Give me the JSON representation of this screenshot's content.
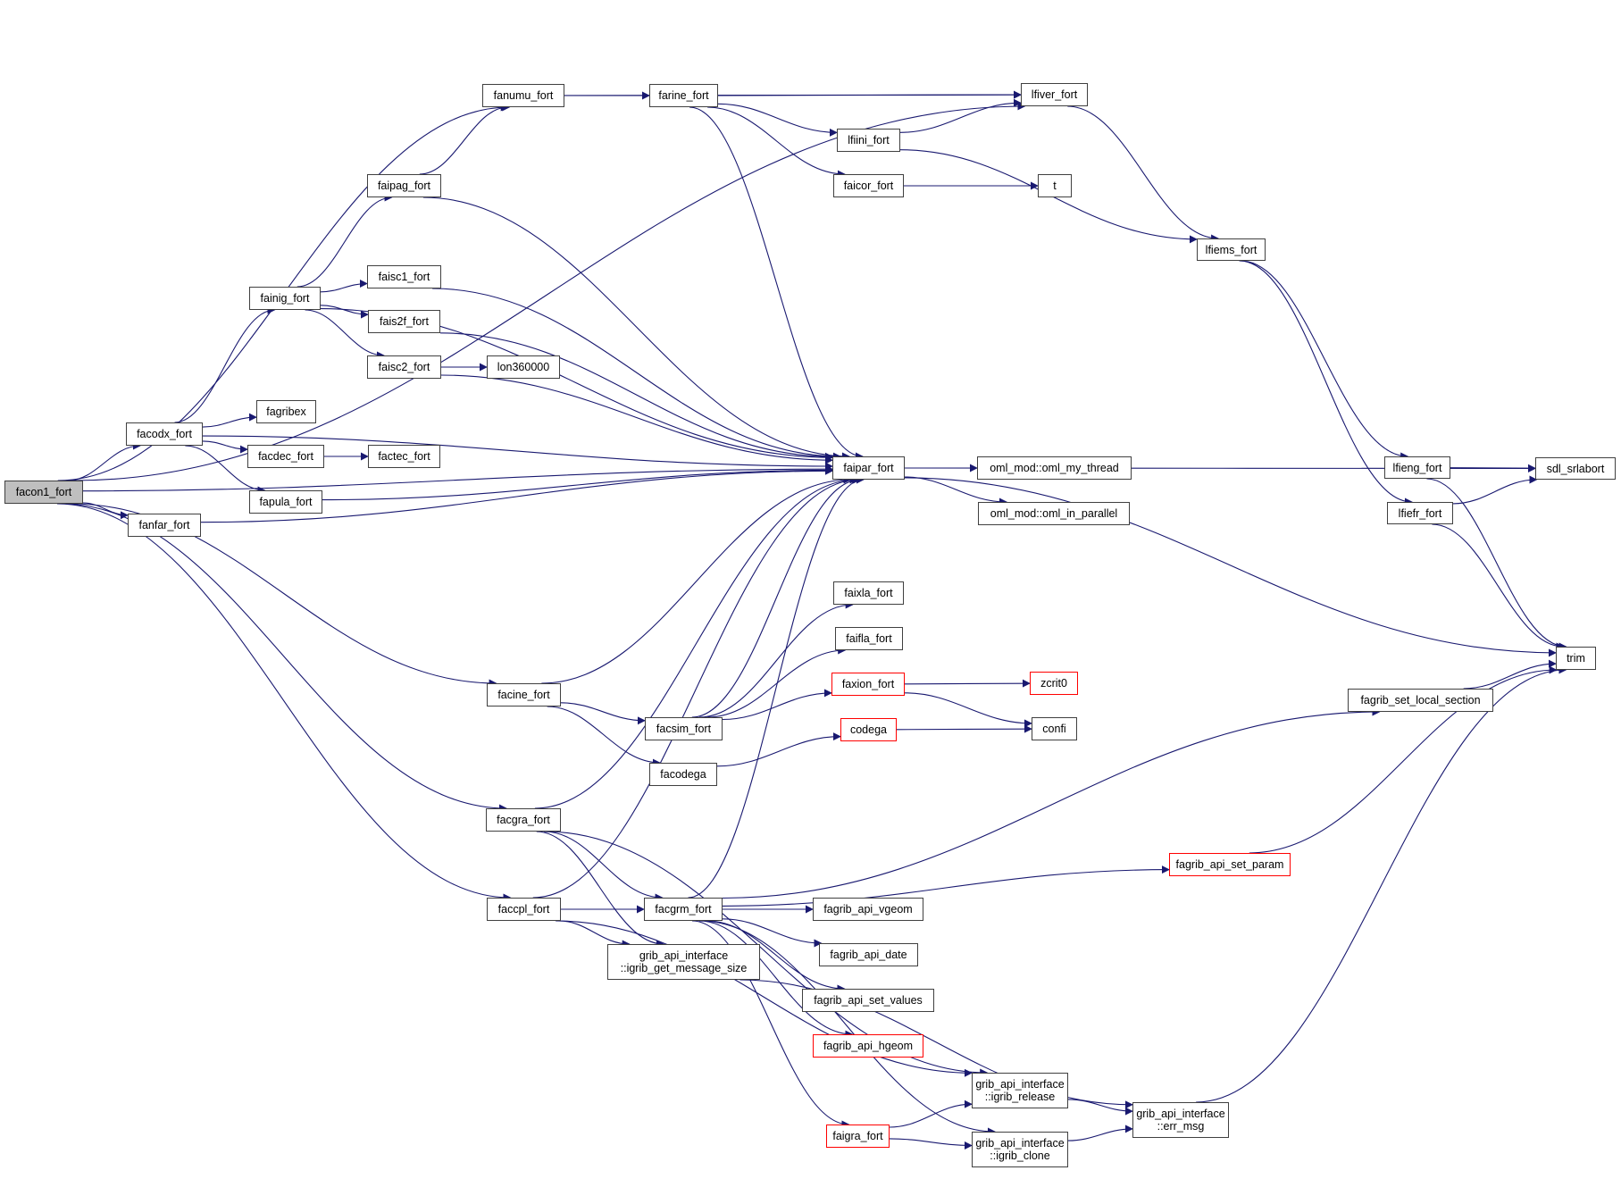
{
  "diagram": {
    "type": "call-graph",
    "colors": {
      "edge": "#191970",
      "node_border": "#404040",
      "root_fill": "#bfbfbf",
      "incomplete_border": "#ff0000"
    },
    "nodes": [
      {
        "id": "facon1_fort",
        "label": "facon1_fort",
        "style": "root"
      },
      {
        "id": "fanumu_fort",
        "label": "fanumu_fort"
      },
      {
        "id": "farine_fort",
        "label": "farine_fort"
      },
      {
        "id": "lfiver_fort",
        "label": "lfiver_fort"
      },
      {
        "id": "lfiini_fort",
        "label": "lfiini_fort"
      },
      {
        "id": "faicor_fort",
        "label": "faicor_fort"
      },
      {
        "id": "t",
        "label": "t"
      },
      {
        "id": "faipag_fort",
        "label": "faipag_fort"
      },
      {
        "id": "fainig_fort",
        "label": "fainig_fort"
      },
      {
        "id": "faisc1_fort",
        "label": "faisc1_fort"
      },
      {
        "id": "fais2f_fort",
        "label": "fais2f_fort"
      },
      {
        "id": "faisc2_fort",
        "label": "faisc2_fort"
      },
      {
        "id": "lon360000",
        "label": "lon360000"
      },
      {
        "id": "lfiems_fort",
        "label": "lfiems_fort"
      },
      {
        "id": "facodx_fort",
        "label": "facodx_fort"
      },
      {
        "id": "fagribex",
        "label": "fagribex"
      },
      {
        "id": "facdec_fort",
        "label": "facdec_fort"
      },
      {
        "id": "factec_fort",
        "label": "factec_fort"
      },
      {
        "id": "fapula_fort",
        "label": "fapula_fort"
      },
      {
        "id": "fanfar_fort",
        "label": "fanfar_fort"
      },
      {
        "id": "faipar_fort",
        "label": "faipar_fort"
      },
      {
        "id": "oml_my_thread",
        "label": "oml_mod::oml_my_thread"
      },
      {
        "id": "oml_in_parallel",
        "label": "oml_mod::oml_in_parallel"
      },
      {
        "id": "lfieng_fort",
        "label": "lfieng_fort"
      },
      {
        "id": "sdl_srlabort",
        "label": "sdl_srlabort"
      },
      {
        "id": "lfiefr_fort",
        "label": "lfiefr_fort"
      },
      {
        "id": "trim",
        "label": "trim"
      },
      {
        "id": "faixla_fort",
        "label": "faixla_fort"
      },
      {
        "id": "faifla_fort",
        "label": "faifla_fort"
      },
      {
        "id": "faxion_fort",
        "label": "faxion_fort",
        "style": "incomplete"
      },
      {
        "id": "zcrit0",
        "label": "zcrit0",
        "style": "incomplete"
      },
      {
        "id": "codega",
        "label": "codega",
        "style": "incomplete"
      },
      {
        "id": "confi",
        "label": "confi"
      },
      {
        "id": "facine_fort",
        "label": "facine_fort"
      },
      {
        "id": "facsim_fort",
        "label": "facsim_fort"
      },
      {
        "id": "facodega",
        "label": "facodega"
      },
      {
        "id": "fagrib_set_local_section",
        "label": "fagrib_set_local_section"
      },
      {
        "id": "facgra_fort",
        "label": "facgra_fort"
      },
      {
        "id": "fagrib_api_set_param",
        "label": "fagrib_api_set_param",
        "style": "incomplete"
      },
      {
        "id": "faccpl_fort",
        "label": "faccpl_fort"
      },
      {
        "id": "facgrm_fort",
        "label": "facgrm_fort"
      },
      {
        "id": "fagrib_api_vgeom",
        "label": "fagrib_api_vgeom"
      },
      {
        "id": "igrib_get_message_size",
        "label": "grib_api_interface",
        "label2": "::igrib_get_message_size"
      },
      {
        "id": "fagrib_api_date",
        "label": "fagrib_api_date"
      },
      {
        "id": "fagrib_api_set_values",
        "label": "fagrib_api_set_values"
      },
      {
        "id": "fagrib_api_hgeom",
        "label": "fagrib_api_hgeom",
        "style": "incomplete"
      },
      {
        "id": "igrib_release",
        "label": "grib_api_interface",
        "label2": "::igrib_release"
      },
      {
        "id": "err_msg",
        "label": "grib_api_interface",
        "label2": "::err_msg"
      },
      {
        "id": "faigra_fort",
        "label": "faigra_fort",
        "style": "incomplete"
      },
      {
        "id": "igrib_clone",
        "label": "grib_api_interface",
        "label2": "::igrib_clone"
      }
    ],
    "edges": [
      [
        "facon1_fort",
        "lfiver_fort"
      ],
      [
        "facon1_fort",
        "fanumu_fort"
      ],
      [
        "facon1_fort",
        "faipar_fort"
      ],
      [
        "facon1_fort",
        "facodx_fort"
      ],
      [
        "facon1_fort",
        "fanfar_fort"
      ],
      [
        "facon1_fort",
        "facine_fort"
      ],
      [
        "facon1_fort",
        "facgra_fort"
      ],
      [
        "facon1_fort",
        "faccpl_fort"
      ],
      [
        "fanumu_fort",
        "farine_fort"
      ],
      [
        "fanumu_fort",
        "lfiver_fort"
      ],
      [
        "farine_fort",
        "lfiver_fort"
      ],
      [
        "farine_fort",
        "lfiini_fort"
      ],
      [
        "farine_fort",
        "faicor_fort"
      ],
      [
        "farine_fort",
        "faipar_fort"
      ],
      [
        "lfiini_fort",
        "lfiver_fort"
      ],
      [
        "lfiini_fort",
        "lfiems_fort"
      ],
      [
        "lfiver_fort",
        "lfiems_fort"
      ],
      [
        "faicor_fort",
        "t"
      ],
      [
        "faipag_fort",
        "fanumu_fort"
      ],
      [
        "faipag_fort",
        "faipar_fort"
      ],
      [
        "fainig_fort",
        "faipag_fort"
      ],
      [
        "fainig_fort",
        "faipar_fort"
      ],
      [
        "fainig_fort",
        "faisc1_fort"
      ],
      [
        "fainig_fort",
        "fais2f_fort"
      ],
      [
        "fainig_fort",
        "faisc2_fort"
      ],
      [
        "faisc1_fort",
        "faipar_fort"
      ],
      [
        "fais2f_fort",
        "faipar_fort"
      ],
      [
        "faisc2_fort",
        "lon360000"
      ],
      [
        "faisc2_fort",
        "faipar_fort"
      ],
      [
        "facodx_fort",
        "fainig_fort"
      ],
      [
        "facodx_fort",
        "faipar_fort"
      ],
      [
        "facodx_fort",
        "fagribex"
      ],
      [
        "facodx_fort",
        "facdec_fort"
      ],
      [
        "facodx_fort",
        "fapula_fort"
      ],
      [
        "facdec_fort",
        "factec_fort"
      ],
      [
        "fapula_fort",
        "faipar_fort"
      ],
      [
        "fanfar_fort",
        "faipar_fort"
      ],
      [
        "faipar_fort",
        "oml_my_thread"
      ],
      [
        "faipar_fort",
        "oml_in_parallel"
      ],
      [
        "faipar_fort",
        "sdl_srlabort"
      ],
      [
        "faipar_fort",
        "trim"
      ],
      [
        "lfiems_fort",
        "lfieng_fort"
      ],
      [
        "lfiems_fort",
        "lfiefr_fort"
      ],
      [
        "lfieng_fort",
        "sdl_srlabort"
      ],
      [
        "lfieng_fort",
        "trim"
      ],
      [
        "lfiefr_fort",
        "sdl_srlabort"
      ],
      [
        "lfiefr_fort",
        "trim"
      ],
      [
        "facine_fort",
        "faipar_fort"
      ],
      [
        "facine_fort",
        "facsim_fort"
      ],
      [
        "facine_fort",
        "facodega"
      ],
      [
        "facsim_fort",
        "faipar_fort"
      ],
      [
        "facsim_fort",
        "faixla_fort"
      ],
      [
        "facsim_fort",
        "faifla_fort"
      ],
      [
        "facsim_fort",
        "faxion_fort"
      ],
      [
        "faxion_fort",
        "zcrit0"
      ],
      [
        "faxion_fort",
        "confi"
      ],
      [
        "facodega",
        "codega"
      ],
      [
        "codega",
        "confi"
      ],
      [
        "facgra_fort",
        "faipar_fort"
      ],
      [
        "facgra_fort",
        "facgrm_fort"
      ],
      [
        "facgra_fort",
        "igrib_get_message_size"
      ],
      [
        "facgra_fort",
        "igrib_release"
      ],
      [
        "faccpl_fort",
        "faipar_fort"
      ],
      [
        "faccpl_fort",
        "facgrm_fort"
      ],
      [
        "faccpl_fort",
        "igrib_get_message_size"
      ],
      [
        "faccpl_fort",
        "igrib_release"
      ],
      [
        "facgrm_fort",
        "faipar_fort"
      ],
      [
        "facgrm_fort",
        "fagrib_set_local_section"
      ],
      [
        "facgrm_fort",
        "fagrib_api_set_param"
      ],
      [
        "facgrm_fort",
        "fagrib_api_vgeom"
      ],
      [
        "facgrm_fort",
        "fagrib_api_date"
      ],
      [
        "facgrm_fort",
        "fagrib_api_set_values"
      ],
      [
        "facgrm_fort",
        "fagrib_api_hgeom"
      ],
      [
        "facgrm_fort",
        "faigra_fort"
      ],
      [
        "facgrm_fort",
        "igrib_clone"
      ],
      [
        "fagrib_set_local_section",
        "trim"
      ],
      [
        "fagrib_api_set_param",
        "trim"
      ],
      [
        "faigra_fort",
        "igrib_release"
      ],
      [
        "faigra_fort",
        "igrib_clone"
      ],
      [
        "igrib_release",
        "err_msg"
      ],
      [
        "igrib_clone",
        "err_msg"
      ],
      [
        "igrib_get_message_size",
        "err_msg"
      ],
      [
        "err_msg",
        "trim"
      ]
    ]
  }
}
